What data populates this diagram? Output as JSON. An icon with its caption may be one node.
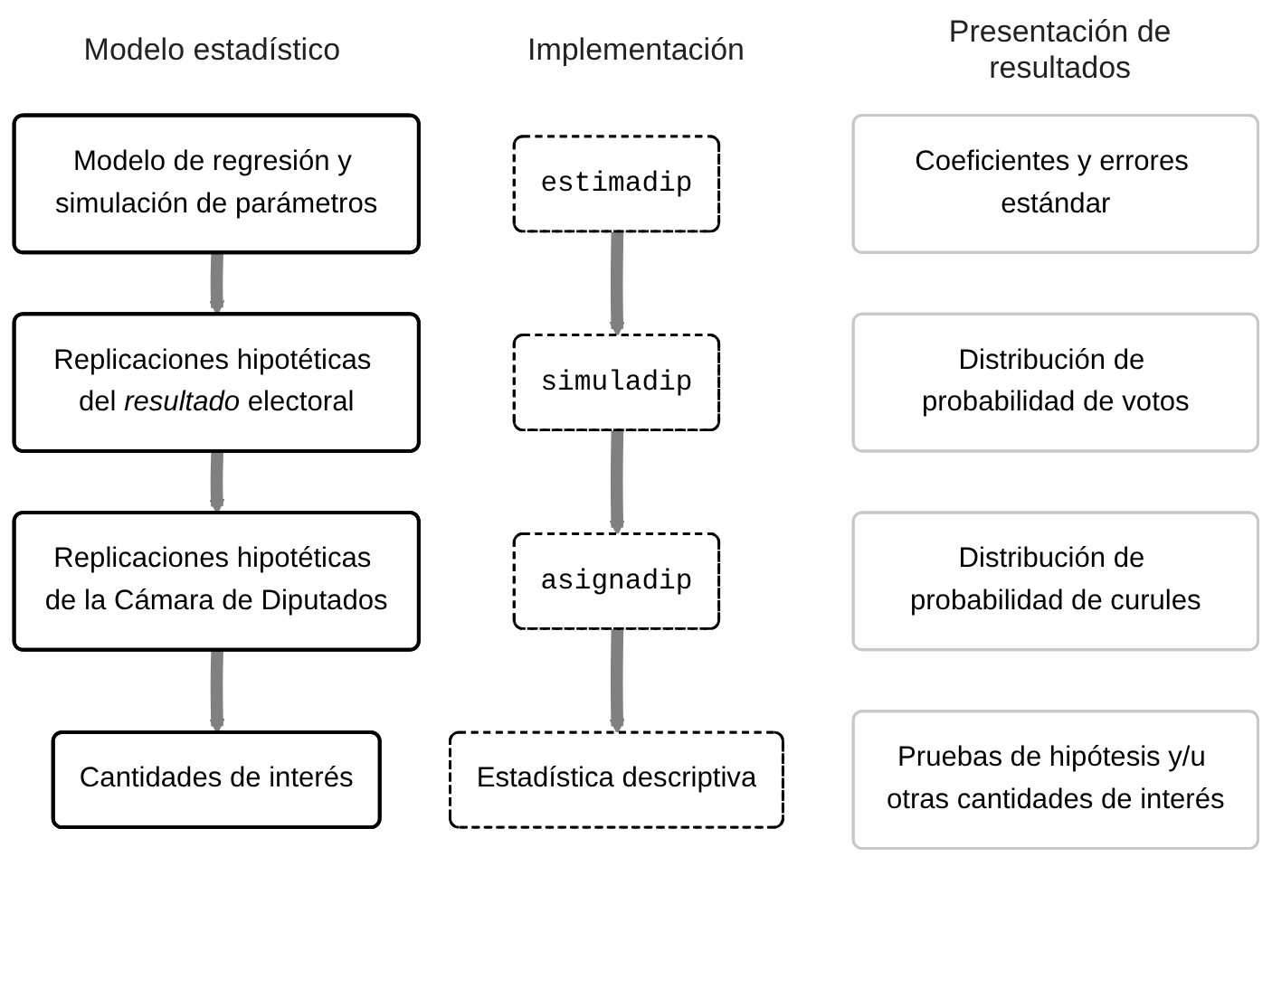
{
  "diagram": {
    "nodes": [
      {
        "text": [
          "Modelo de regresión y simulación de parámetros"
        ]
      },
      {
        "text": [
          "Replicaciones hipotéticas del *resultado* electoral"
        ]
      },
      {
        "text": [
          "Replicaciones hipotéticas de la Cámara de Diputados"
        ]
      },
      {
        "text": [
          "Cantidades de interés"
        ]
      },
      {
        "text": [
          "estimadip"
        ]
      },
      {
        "text": [
          "simuladip"
        ]
      },
      {
        "text": [
          "asignadip"
        ]
      },
      {
        "text": [
          "Estadística descriptiva"
        ]
      },
      {
        "text": [
          "Coeficientes y errores estándar"
        ]
      },
      {
        "text": [
          "Distribución de probabilidad de votos"
        ]
      },
      {
        "text": [
          "Distribución de probabilidad de curules"
        ]
      },
      {
        "text": [
          "Pruebas de hipótesis y/u otras cantidades de interés"
        ]
      }
    ],
    "edges": [
      {
        "from": 0,
        "to": 1,
        "arrow": "to"
      },
      {
        "from": 1,
        "to": 2,
        "arrow": "to"
      },
      {
        "from": 2,
        "to": 3,
        "arrow": "to"
      },
      {
        "from": 4,
        "to": 5,
        "arrow": "to"
      },
      {
        "from": 5,
        "to": 6,
        "arrow": "to"
      },
      {
        "from": 6,
        "to": 7,
        "arrow": "to"
      }
    ],
    "labels": [
      "Modelo estadístico",
      "Implementación",
      "Presentación de resultados"
    ]
  }
}
